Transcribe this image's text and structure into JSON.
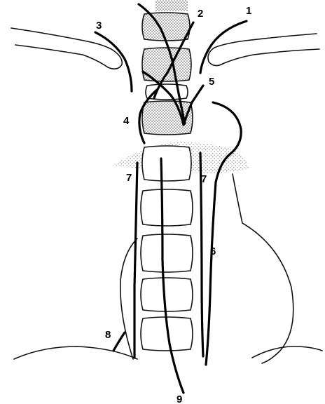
{
  "labels": {
    "l1": "1",
    "l2": "2",
    "l3": "3",
    "l4": "4",
    "l5": "5",
    "l6": "6",
    "l7_left": "7",
    "l7_right": "7",
    "l8": "8",
    "l9": "9"
  }
}
